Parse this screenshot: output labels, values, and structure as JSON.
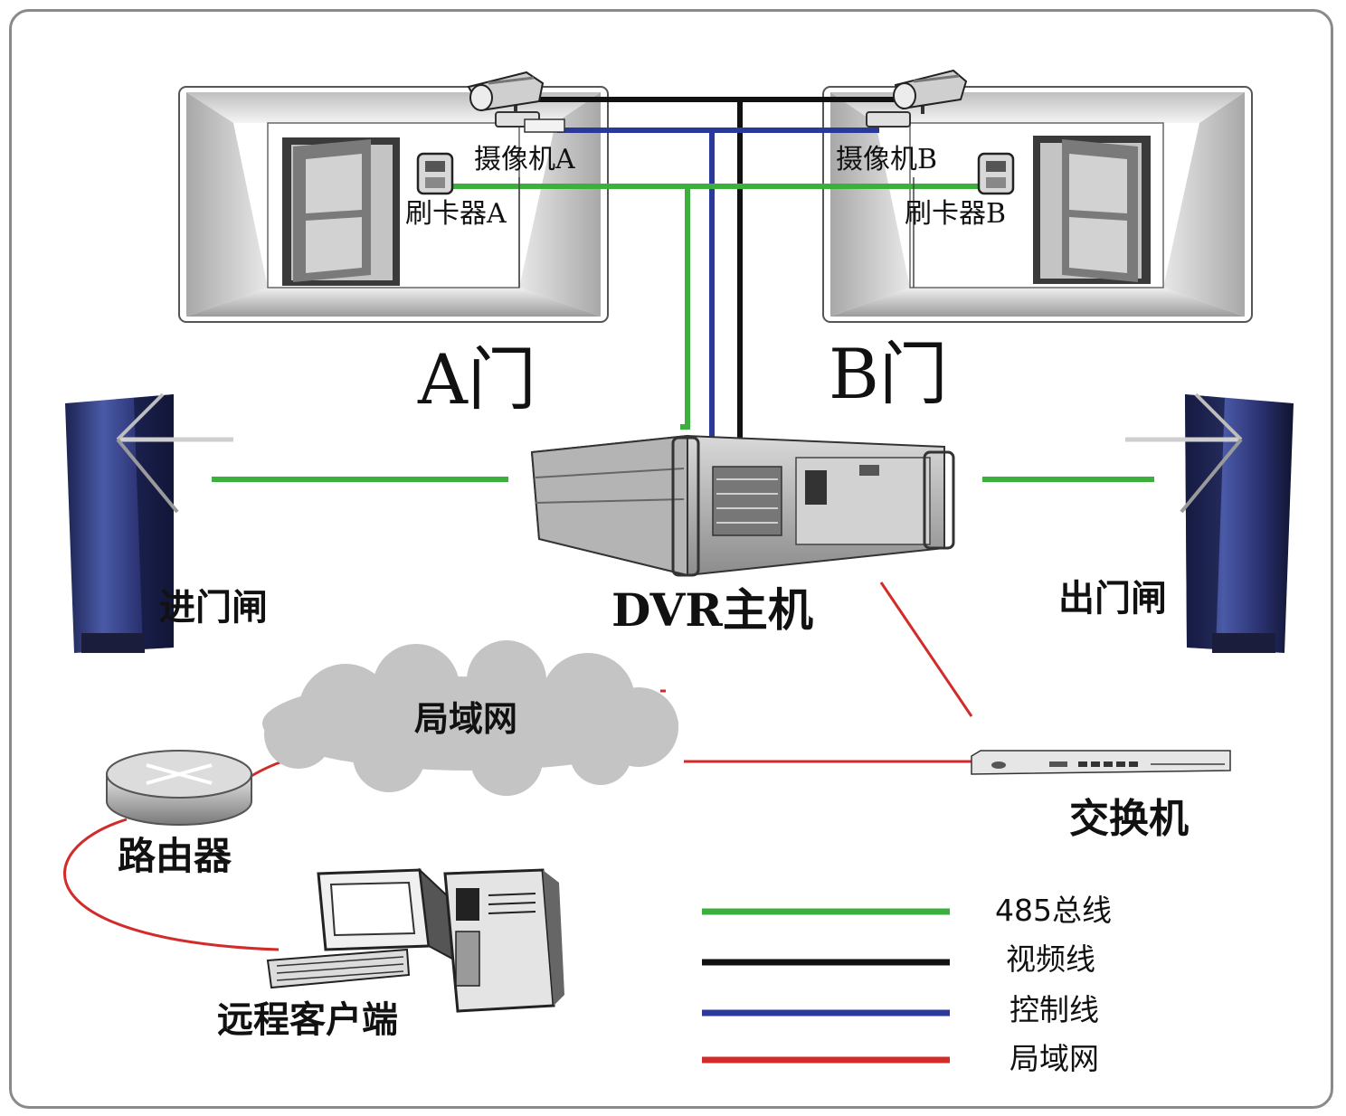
{
  "doors": {
    "a": {
      "title": "A门",
      "camera": "摄像机A",
      "reader": "刷卡器A"
    },
    "b": {
      "title": "B门",
      "camera": "摄像机B",
      "reader": "刷卡器B"
    }
  },
  "devices": {
    "dvr": "DVR主机",
    "entry_gate": "进门闸",
    "exit_gate": "出门闸",
    "lan_cloud": "局域网",
    "router": "路由器",
    "switch": "交换机",
    "client": "远程客户端"
  },
  "legend": [
    {
      "label": "485总线",
      "color": "#3cb03c"
    },
    {
      "label": "视频线",
      "color": "#111111"
    },
    {
      "label": "控制线",
      "color": "#2b3a9a"
    },
    {
      "label": "局域网",
      "color": "#d32a2a"
    }
  ],
  "colors": {
    "rs485": "#3cb03c",
    "video": "#111111",
    "control": "#2b3a9a",
    "lan": "#d32a2a"
  }
}
